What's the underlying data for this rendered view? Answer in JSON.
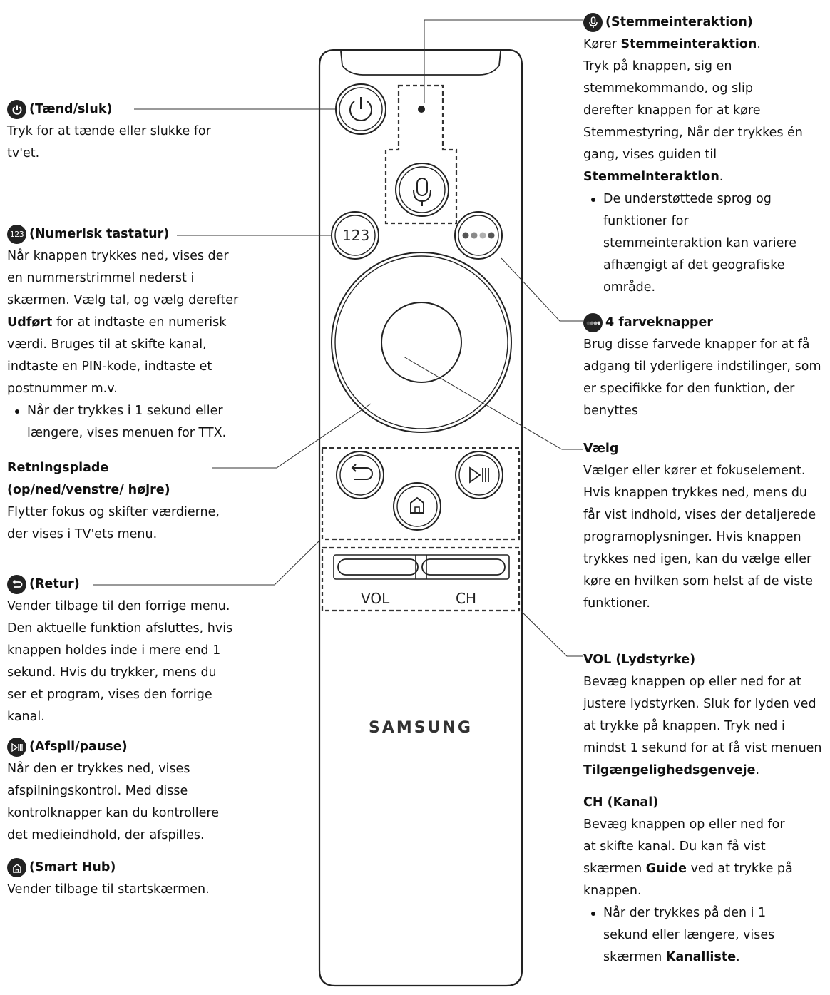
{
  "left": {
    "power": {
      "title": "(Tænd/sluk)",
      "text": "Tryk for at tænde eller slukke for tv'et."
    },
    "numeric": {
      "badge": "123",
      "title": "(Numerisk tastatur)",
      "text_pre": "Når knappen trykkes ned, vises der en nummerstrimmel nederst i skærmen. Vælg tal, og vælg derefter ",
      "text_bold": "Udført",
      "text_post": " for at indtaste en numerisk værdi. Bruges til at skifte kanal, indtaste en PIN-kode, indtaste et postnummer m.v.",
      "bullet": "Når der trykkes i 1 sekund eller længere, vises menuen for TTX."
    },
    "direction": {
      "title": "Retningsplade (op/ned/venstre/ højre)",
      "text": "Flytter fokus og skifter værdierne, der vises i TV'ets menu."
    },
    "return": {
      "title": "(Retur)",
      "text": "Vender tilbage til den forrige menu. Den aktuelle funktion afsluttes, hvis knappen holdes inde i mere end 1 sekund. Hvis du trykker, mens du ser et program, vises den forrige kanal."
    },
    "play": {
      "title": "(Afspil/pause)",
      "text": "Når den er trykkes ned, vises afspilningskontrol. Med disse kontrolknapper kan du kontrollere det medieindhold, der afspilles."
    },
    "smarthub": {
      "title": "(Smart Hub)",
      "text": "Vender tilbage til startskærmen."
    }
  },
  "right": {
    "voice": {
      "title": "(Stemmeinteraktion)",
      "l1_pre": "Kører ",
      "l1_bold": "Stemmeinteraktion",
      "l1_post": ".",
      "text": "Tryk på knappen, sig en stemmekommando, og slip derefter knappen for at køre Stemmestyring, Når der trykkes én gang, vises guiden til ",
      "text_bold": "Stemmeinteraktion",
      "text_post": ".",
      "bullet": "De understøttede sprog og funktioner for stemmeinteraktion kan variere afhængigt af det geografiske område."
    },
    "colors": {
      "title": "4 farveknapper",
      "text": "Brug disse farvede knapper for at få adgang til yderligere indstilinger, som er specifikke for den funktion, der benyttes"
    },
    "select": {
      "title": "Vælg",
      "text": "Vælger eller kører et fokuselement. Hvis knappen trykkes ned, mens du får vist indhold, vises der detaljerede programoplysninger. Hvis knappen trykkes ned igen, kan du vælge eller køre en hvilken som helst af de viste funktioner."
    },
    "vol": {
      "title": "VOL (Lydstyrke)",
      "text_pre": "Bevæg knappen op eller ned for at justere lydstyrken. Sluk for lyden ved at trykke på knappen. Tryk ned i mindst 1 sekund for at få vist menuen ",
      "text_bold": "Tilgængelighedsgenveje",
      "text_post": "."
    },
    "ch": {
      "title": "CH (Kanal)",
      "text_pre": "Bevæg knappen op eller ned for at skifte kanal. Du kan få vist skærmen ",
      "text_bold": "Guide",
      "text_post": " ved at trykke på knappen.",
      "bullet_pre": "Når der trykkes på den i 1 sekund eller længere, vises skærmen ",
      "bullet_bold": "Kanalliste",
      "bullet_post": "."
    }
  },
  "remote": {
    "numeric_label": "123",
    "vol_label": "VOL",
    "ch_label": "CH",
    "brand": "SAMSUNG",
    "color_dots": [
      "#555555",
      "#8a8a8a",
      "#b0b0b0",
      "#555555"
    ]
  }
}
